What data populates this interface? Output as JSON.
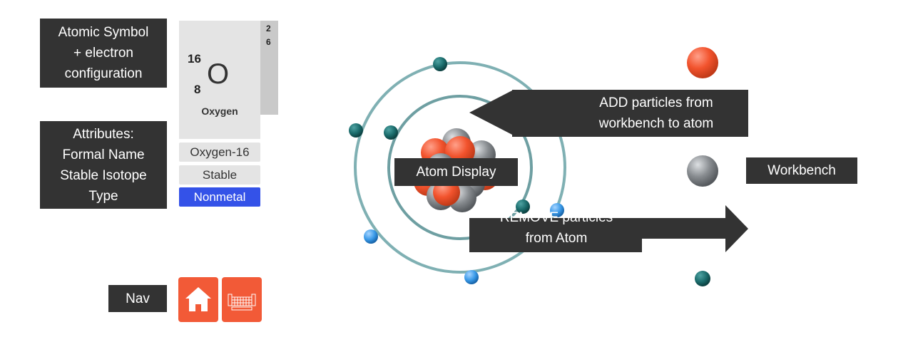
{
  "callouts": {
    "atomic_symbol": [
      "Atomic Symbol",
      "+ electron",
      "configuration"
    ],
    "attributes": [
      "Attributes:",
      "Formal Name",
      "Stable Isotope",
      "Type"
    ],
    "nav": "Nav",
    "atom_display": "Atom Display",
    "workbench": "Workbench",
    "add_particles": [
      "ADD particles from",
      "workbench to atom"
    ],
    "remove_particles": [
      "REMOVE particles",
      "from Atom"
    ]
  },
  "element": {
    "mass_number": "16",
    "atomic_number": "8",
    "symbol": "O",
    "name": "Oxygen",
    "shell_counts": [
      "2",
      "6"
    ]
  },
  "attributes": {
    "formal_name": "Oxygen-16",
    "stability": "Stable",
    "type": "Nonmetal"
  },
  "nav": {
    "home_icon": "home-icon",
    "periodic_table_icon": "periodic-table-icon"
  },
  "colors": {
    "proton": "#f2532d",
    "neutron": "#888c90",
    "electron_inner": "#1a6b6b",
    "electron_outer": "#3a9ae8",
    "nav_accent": "#f25a37",
    "nonmetal": "#3452e8",
    "callout_bg": "#333333"
  }
}
